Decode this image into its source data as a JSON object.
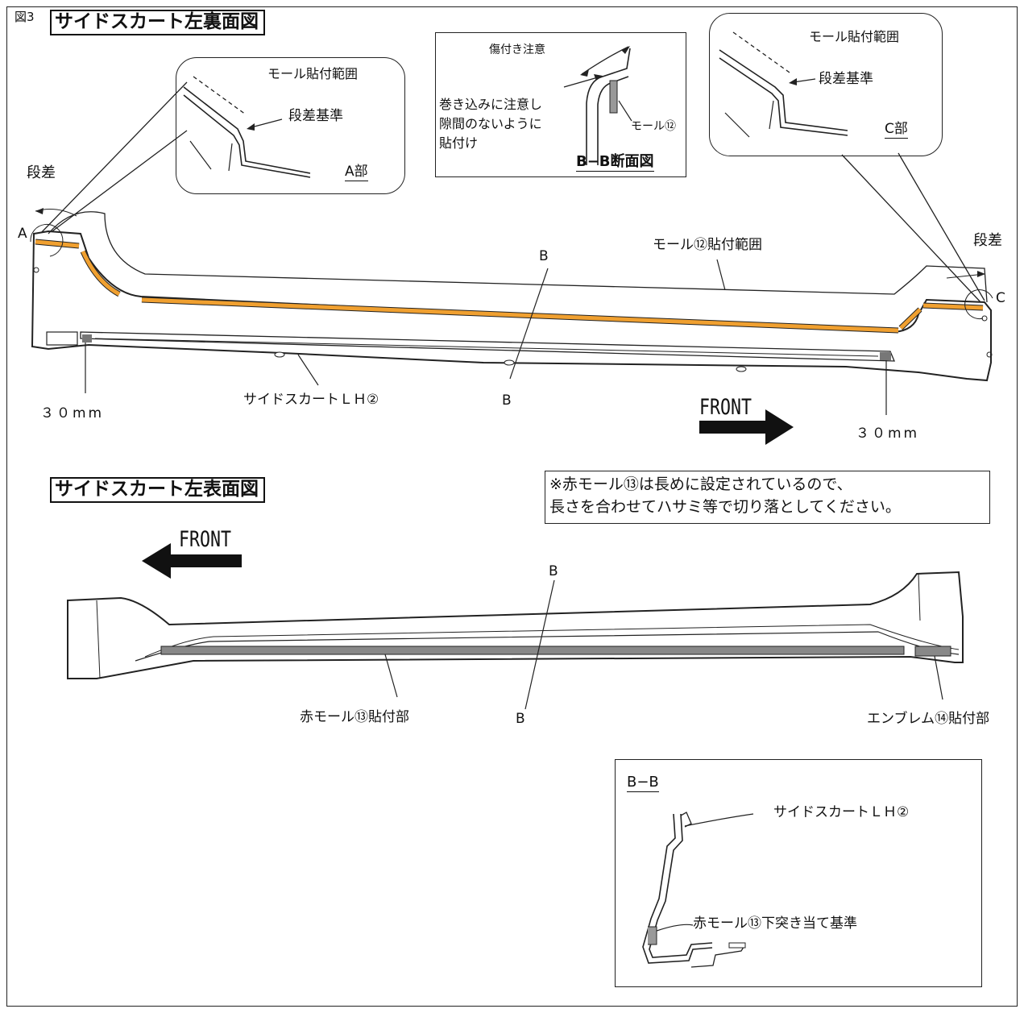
{
  "figure": {
    "fig_number": "図3",
    "title_back": "サイドスカート左裏面図",
    "title_front": "サイドスカート左表面図"
  },
  "back_view": {
    "step_left": "段差",
    "step_right": "段差",
    "label_A": "A",
    "label_C": "C",
    "label_B_top": "B",
    "label_B_bottom": "B",
    "mold_range": "モール⑫貼付範囲",
    "part_name": "サイドスカートＬＨ②",
    "dim_left": "３０mm",
    "dim_right": "３０mm",
    "front_label": "FRONT",
    "mold_color": "#F0A030"
  },
  "callout_A": {
    "range": "モール貼付範囲",
    "step_ref": "段差基準",
    "section": "A部"
  },
  "callout_C": {
    "range": "モール貼付範囲",
    "step_ref": "段差基準",
    "section": "C部"
  },
  "section_BB_top": {
    "damage_note": "傷付き注意",
    "wrap_note_1": "巻き込みに注意し",
    "wrap_note_2": "隙間のないように",
    "wrap_note_3": "貼付け",
    "mold": "モール⑫",
    "title": "B−B断面図"
  },
  "note": {
    "line1": "※赤モール⑬は長めに設定されているので、",
    "line2": "長さを合わせてハサミ等で切り落としてください。"
  },
  "front_view": {
    "front_label": "FRONT",
    "label_B_top": "B",
    "label_B_bottom": "B",
    "red_mold": "赤モール⑬貼付部",
    "emblem": "エンブレム⑭貼付部"
  },
  "section_BB_bottom": {
    "title": "B−B",
    "part_name": "サイドスカートＬＨ②",
    "red_mold_ref": "赤モール⑬下突き当て基準"
  }
}
